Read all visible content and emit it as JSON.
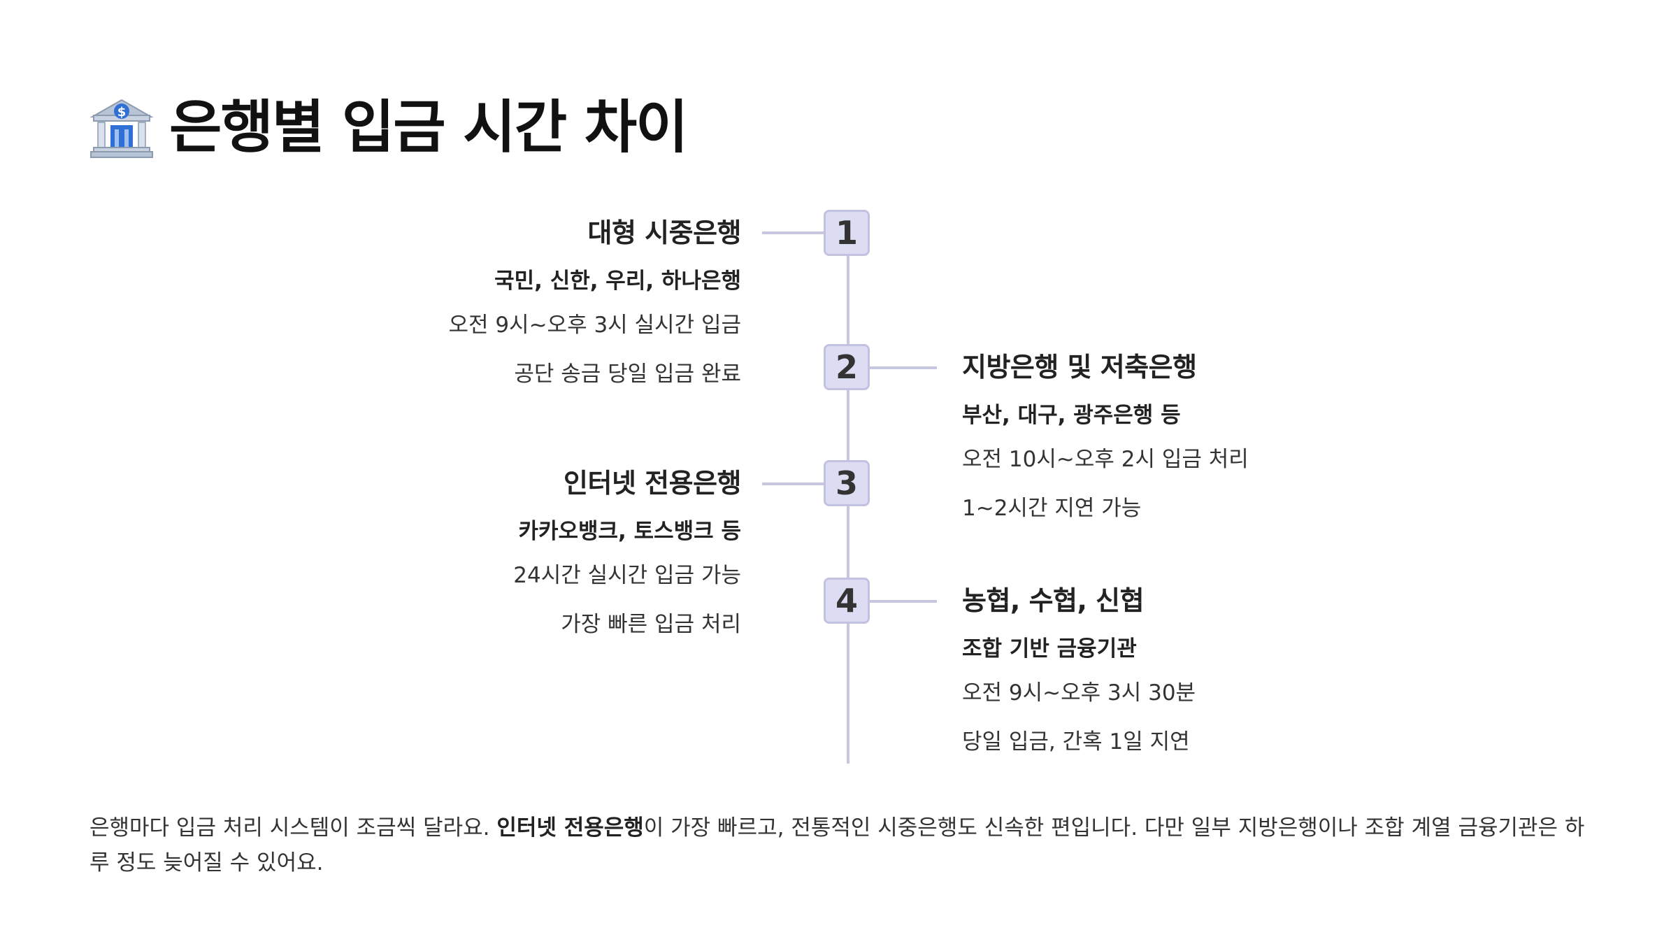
{
  "page": {
    "title": "은행별 입금 시간 차이",
    "title_icon": "bank-icon"
  },
  "timeline": {
    "steps": [
      {
        "number": "1",
        "title": "대형 시중은행",
        "subtitle": "국민, 신한, 우리, 하나은행",
        "lines": [
          "오전 9시~오후 3시 실시간 입금",
          "공단 송금 당일 입금 완료"
        ]
      },
      {
        "number": "2",
        "title": "지방은행 및 저축은행",
        "subtitle": "부산, 대구, 광주은행 등",
        "lines": [
          "오전 10시~오후 2시 입금 처리",
          "1~2시간 지연 가능"
        ]
      },
      {
        "number": "3",
        "title": "인터넷 전용은행",
        "subtitle": "카카오뱅크, 토스뱅크 등",
        "lines": [
          "24시간 실시간 입금 가능",
          "가장 빠른 입금 처리"
        ]
      },
      {
        "number": "4",
        "title": "농협, 수협, 신협",
        "subtitle": "조합 기반 금융기관",
        "lines": [
          "오전 9시~오후 3시 30분",
          "당일 입금, 간혹 1일 지연"
        ]
      }
    ]
  },
  "summary": {
    "before": "은행마다 입금 처리 시스템이 조금씩 달라요. ",
    "highlight": "인터넷 전용은행",
    "after": "이 가장 빠르고, 전통적인 시중은행도 신속한 편입니다. 다만 일부 지방은행이나 조합 계열 금융기관은 하루 정도 늦어질 수 있어요."
  },
  "colors": {
    "badge_fill": "#dcdcf2",
    "badge_border": "#c2c2e0",
    "axis": "#c6c6de",
    "text": "#222222",
    "bank_icon_blue": "#2f6fd6"
  }
}
